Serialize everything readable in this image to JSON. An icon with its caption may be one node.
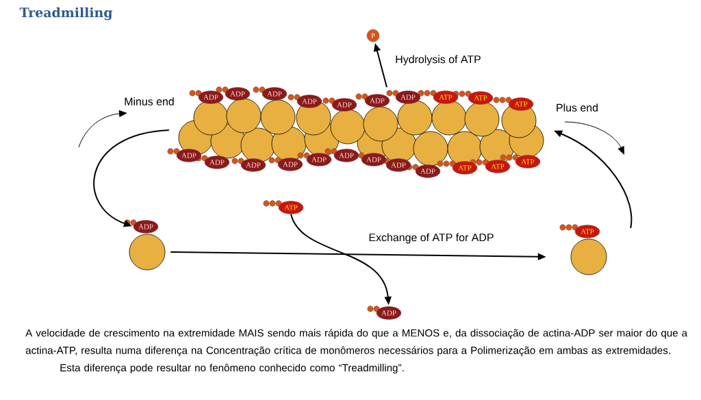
{
  "diagram": {
    "title": "Treadmilling",
    "nodes": [
      {
        "text": [
          "P"
        ]
      },
      {
        "text": [
          "ADP",
          "ADP",
          "ADP",
          "ADP",
          "ADP",
          "ADP",
          "ADP",
          "ATP",
          "ATP",
          "ATP",
          "ADP",
          "ADP",
          "ADP",
          "ADP",
          "ADP",
          "ADP",
          "ADP",
          "ADP",
          "ADP",
          "ATP",
          "ATP",
          "ATP"
        ],
        "beside": [
          "Minus end",
          "Plus end"
        ]
      },
      {
        "text": [
          "ADP"
        ]
      },
      {
        "text": [
          "ATP"
        ]
      },
      {
        "text": [
          "ATP"
        ]
      },
      {
        "text": [
          "ADP"
        ]
      }
    ],
    "edges": [
      {
        "from": 1,
        "to": 0,
        "arrow": "to",
        "label": "Hydrolysis of ATP"
      },
      {
        "from": 1,
        "to": 2,
        "arrow": "to"
      },
      {
        "from": 2,
        "to": 3,
        "arrow": "to",
        "label": "Exchange of ATP for ADP"
      },
      {
        "from": 4,
        "to": 5,
        "arrow": "to"
      },
      {
        "from": 3,
        "to": 1,
        "arrow": "to"
      }
    ],
    "labels": [
      "A velocidade de crescimento na extremidade MAIS sendo mais rápida do que a MENOS e, da dissociação de actina-ADP ser maior do que a actina-ATP, resulta numa diferença na Concentração crítica de monômeros necessários para a Polimerização em ambas as extremidades.",
      "Esta diferença pode resultar no fenômeno conhecido como “Treadmilling”."
    ]
  }
}
